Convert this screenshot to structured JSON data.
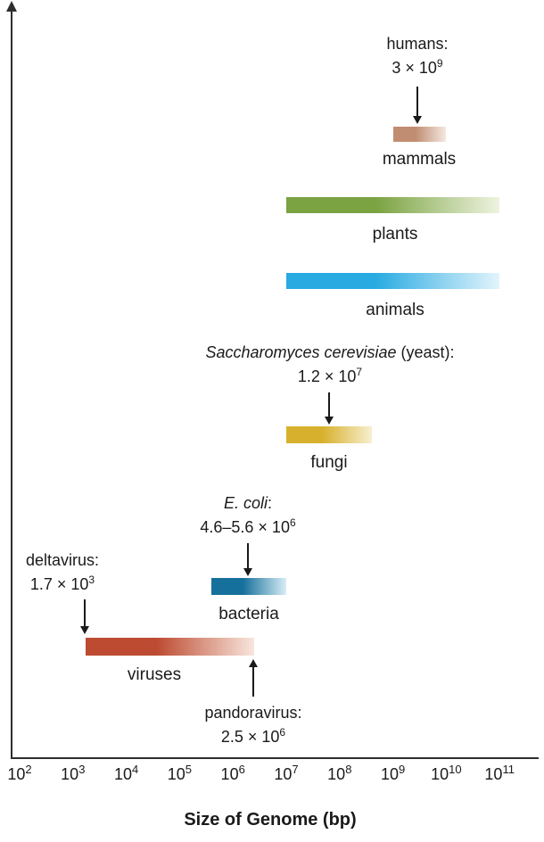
{
  "chart_data": {
    "type": "bar",
    "subtype": "horizontal-log-range-bars",
    "title": "",
    "xlabel": "Size of Genome (bp)",
    "ylabel": "",
    "x_scale": "log10",
    "xlim_bp": [
      100,
      100000000000
    ],
    "grid": false,
    "x_ticks": [
      {
        "base": "10",
        "exp": "2"
      },
      {
        "base": "10",
        "exp": "3"
      },
      {
        "base": "10",
        "exp": "4"
      },
      {
        "base": "10",
        "exp": "5"
      },
      {
        "base": "10",
        "exp": "6"
      },
      {
        "base": "10",
        "exp": "7"
      },
      {
        "base": "10",
        "exp": "8"
      },
      {
        "base": "10",
        "exp": "9"
      },
      {
        "base": "10",
        "exp": "10"
      },
      {
        "base": "10",
        "exp": "11"
      }
    ],
    "series": [
      {
        "name": "mammals",
        "min_bp": 1000000000.0,
        "max_bp": 10000000000.0,
        "color": "#c18d72",
        "fade_color": "#f4e8e0"
      },
      {
        "name": "plants",
        "min_bp": 10000000.0,
        "max_bp": 100000000000.0,
        "color": "#7ba342",
        "fade_color": "#eef3e0"
      },
      {
        "name": "animals",
        "min_bp": 10000000.0,
        "max_bp": 100000000000.0,
        "color": "#29abe2",
        "fade_color": "#e3f4fc"
      },
      {
        "name": "fungi",
        "min_bp": 10000000.0,
        "max_bp": 400000000.0,
        "color": "#d7b12d",
        "fade_color": "#f7efcf"
      },
      {
        "name": "bacteria",
        "min_bp": 400000.0,
        "max_bp": 10000000.0,
        "color": "#15709b",
        "fade_color": "#d8edf5"
      },
      {
        "name": "viruses",
        "min_bp": 1700.0,
        "max_bp": 2500000.0,
        "color": "#bd4b31",
        "fade_color": "#f8e6dd"
      }
    ],
    "annotations": {
      "humans": {
        "label": "humans:",
        "value_prefix": "3 × 10",
        "value_exp": "9",
        "value_bp": 3000000000.0,
        "points_to": "mammals"
      },
      "yeast": {
        "label_italic": "Saccharomyces cerevisiae",
        "label_rest": " (yeast):",
        "value_prefix": "1.2 × 10",
        "value_exp": "7",
        "value_bp": 12000000.0,
        "points_to": "fungi"
      },
      "ecoli": {
        "label_italic": "E. coli",
        "label_rest": ":",
        "value_prefix": "4.6–5.6 × 10",
        "value_exp": "6",
        "value_min_bp": 4600000.0,
        "value_max_bp": 5600000.0,
        "points_to": "bacteria"
      },
      "deltavirus": {
        "label": "deltavirus:",
        "value_prefix": "1.7 × 10",
        "value_exp": "3",
        "value_bp": 1700.0,
        "points_to": "viruses-min"
      },
      "pandoravirus": {
        "label": "pandoravirus:",
        "value_prefix": "2.5 × 10",
        "value_exp": "6",
        "value_bp": 2500000.0,
        "points_to": "viruses-max"
      }
    }
  }
}
